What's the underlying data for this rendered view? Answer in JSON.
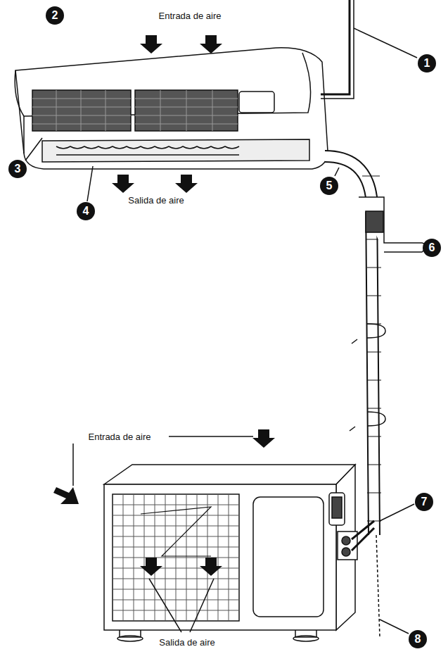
{
  "diagram": {
    "labels": [
      "2",
      "Entrada de aire",
      "1",
      "3",
      "Salida de aire",
      "4",
      "5",
      "6",
      "Entrada de aire",
      "7",
      "8",
      "Salida de aire"
    ]
  }
}
